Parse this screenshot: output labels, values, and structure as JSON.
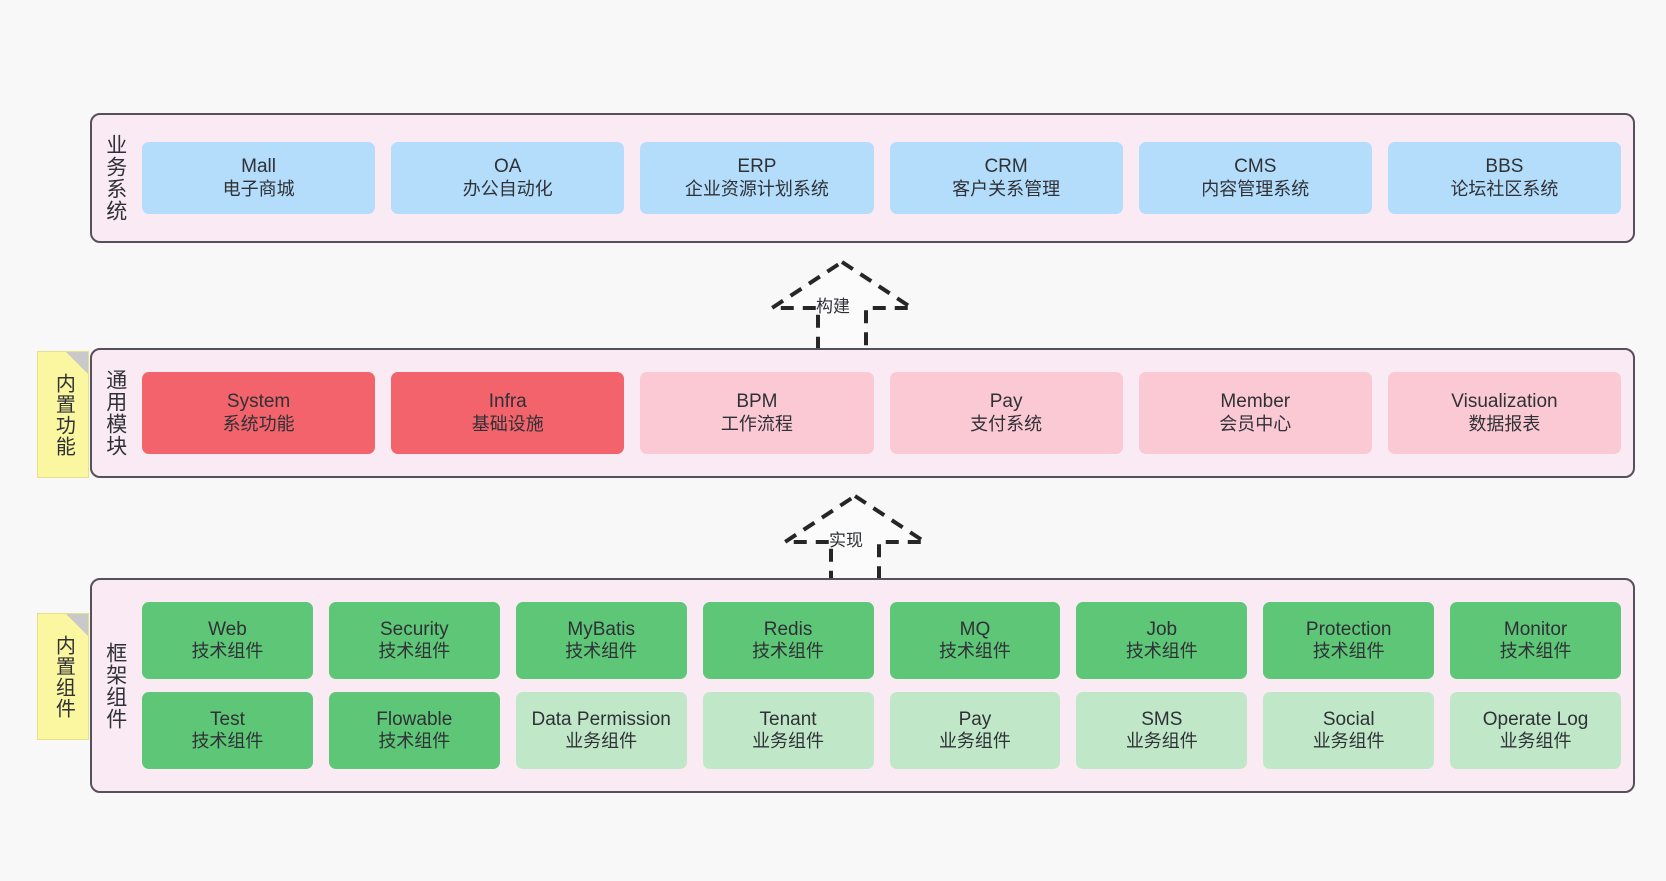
{
  "diagram": {
    "background_color": "#f8f8f8",
    "panel_color": "#faeaf4",
    "panel_border_color": "#55505a",
    "note_color": "#fbf7a0"
  },
  "notes": [
    {
      "label": "内置功能"
    },
    {
      "label": "内置组件"
    }
  ],
  "connectors": [
    {
      "label": "构建",
      "style": "dashed-hollow-triangle",
      "direction": "up"
    },
    {
      "label": "实现",
      "style": "dashed-hollow-triangle",
      "direction": "up"
    }
  ],
  "layers": [
    {
      "title": "业务系统",
      "rows": [
        [
          {
            "name": "Mall",
            "desc": "电子商城",
            "color": "#b4ddfb"
          },
          {
            "name": "OA",
            "desc": "办公自动化",
            "color": "#b4ddfb"
          },
          {
            "name": "ERP",
            "desc": "企业资源计划系统",
            "color": "#b4ddfb"
          },
          {
            "name": "CRM",
            "desc": "客户关系管理",
            "color": "#b4ddfb"
          },
          {
            "name": "CMS",
            "desc": "内容管理系统",
            "color": "#b4ddfb"
          },
          {
            "name": "BBS",
            "desc": "论坛社区系统",
            "color": "#b4ddfb"
          }
        ]
      ]
    },
    {
      "title": "通用模块",
      "rows": [
        [
          {
            "name": "System",
            "desc": "系统功能",
            "color": "#f2636b"
          },
          {
            "name": "Infra",
            "desc": "基础设施",
            "color": "#f2636b"
          },
          {
            "name": "BPM",
            "desc": "工作流程",
            "color": "#fbc9d4"
          },
          {
            "name": "Pay",
            "desc": "支付系统",
            "color": "#fbc9d4"
          },
          {
            "name": "Member",
            "desc": "会员中心",
            "color": "#fbc9d4"
          },
          {
            "name": "Visualization",
            "desc": "数据报表",
            "color": "#fbc9d4"
          }
        ]
      ]
    },
    {
      "title": "框架组件",
      "rows": [
        [
          {
            "name": "Web",
            "desc": "技术组件",
            "color": "#5ec677"
          },
          {
            "name": "Security",
            "desc": "技术组件",
            "color": "#5ec677"
          },
          {
            "name": "MyBatis",
            "desc": "技术组件",
            "color": "#5ec677"
          },
          {
            "name": "Redis",
            "desc": "技术组件",
            "color": "#5ec677"
          },
          {
            "name": "MQ",
            "desc": "技术组件",
            "color": "#5ec677"
          },
          {
            "name": "Job",
            "desc": "技术组件",
            "color": "#5ec677"
          },
          {
            "name": "Protection",
            "desc": "技术组件",
            "color": "#5ec677"
          },
          {
            "name": "Monitor",
            "desc": "技术组件",
            "color": "#5ec677"
          }
        ],
        [
          {
            "name": "Test",
            "desc": "技术组件",
            "color": "#5ec677"
          },
          {
            "name": "Flowable",
            "desc": "技术组件",
            "color": "#5ec677"
          },
          {
            "name": "Data Permission",
            "desc": "业务组件",
            "color": "#c0e8c8"
          },
          {
            "name": "Tenant",
            "desc": "业务组件",
            "color": "#c0e8c8"
          },
          {
            "name": "Pay",
            "desc": "业务组件",
            "color": "#c0e8c8"
          },
          {
            "name": "SMS",
            "desc": "业务组件",
            "color": "#c0e8c8"
          },
          {
            "name": "Social",
            "desc": "业务组件",
            "color": "#c0e8c8"
          },
          {
            "name": "Operate Log",
            "desc": "业务组件",
            "color": "#c0e8c8"
          }
        ]
      ]
    }
  ]
}
